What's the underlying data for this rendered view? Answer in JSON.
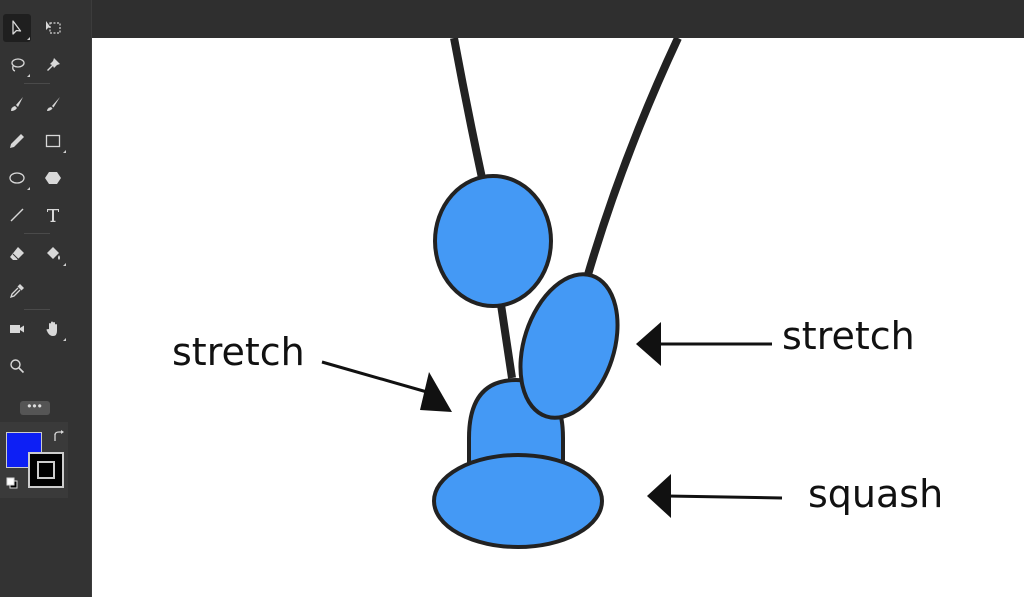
{
  "toolbar": {
    "tools": [
      {
        "name": "selection-tool",
        "active": true
      },
      {
        "name": "transform-tool"
      },
      {
        "name": "lasso-tool"
      },
      {
        "name": "pin-tool"
      },
      {
        "name": "fluid-brush-tool"
      },
      {
        "name": "brush-tool"
      },
      {
        "name": "pencil-tool"
      },
      {
        "name": "rectangle-tool"
      },
      {
        "name": "oval-tool"
      },
      {
        "name": "polygon-tool"
      },
      {
        "name": "line-tool"
      },
      {
        "name": "text-tool"
      },
      {
        "name": "eraser-tool"
      },
      {
        "name": "paint-bucket-tool"
      },
      {
        "name": "eyedropper-tool"
      },
      {
        "name": "camera-tool"
      },
      {
        "name": "hand-tool"
      },
      {
        "name": "zoom-tool"
      }
    ],
    "more_label": "•••"
  },
  "colors": {
    "fill": "#0d1ff5",
    "stroke": "#000000",
    "shape_fill": "#4499f5",
    "shape_stroke": "#222222"
  },
  "canvas": {
    "labels": {
      "left_stretch": "stretch",
      "right_stretch": "stretch",
      "squash": "squash"
    }
  }
}
